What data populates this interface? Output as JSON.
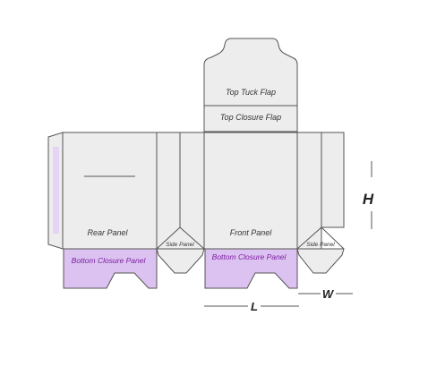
{
  "labels": {
    "top_tuck_flap": "Top Tuck Flap",
    "top_closure_flap": "Top Closure Flap",
    "rear_panel": "Rear Panel",
    "front_panel": "Front Panel",
    "side_panel_left": "Side Panel",
    "side_panel_right": "Side Panel",
    "bottom_closure_left": "Bottom Closure Panel",
    "bottom_closure_right": "Bottom Closure Panel"
  },
  "dimensions": {
    "height": "H",
    "length": "L",
    "width": "W"
  },
  "colors": {
    "panel_fill": "#ededed",
    "outline": "#555555",
    "closure_fill": "#dcc2f0",
    "glue_strip": "#e6d4f5",
    "closure_text": "#7b1fa2"
  }
}
